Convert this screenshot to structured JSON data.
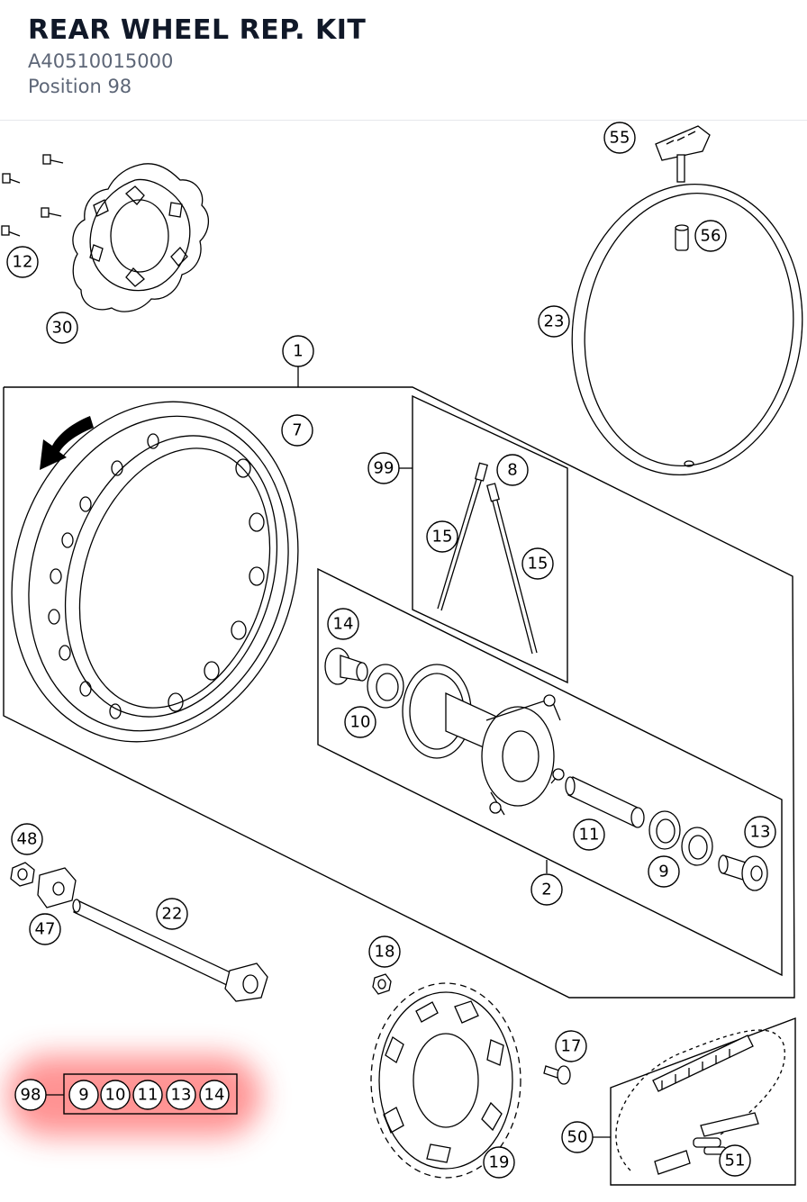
{
  "header": {
    "title": "REAR WHEEL REP. KIT",
    "part_number": "A40510015000",
    "position": "Position 98"
  },
  "callouts": [
    "55",
    "56",
    "12",
    "30",
    "23",
    "1",
    "7",
    "99",
    "8",
    "15",
    "15",
    "14",
    "10",
    "11",
    "13",
    "9",
    "2",
    "48",
    "47",
    "22",
    "18",
    "17",
    "50",
    "51",
    "19",
    "98",
    "9",
    "10",
    "11",
    "13",
    "14"
  ],
  "highlight_color": "#ff3b3b"
}
